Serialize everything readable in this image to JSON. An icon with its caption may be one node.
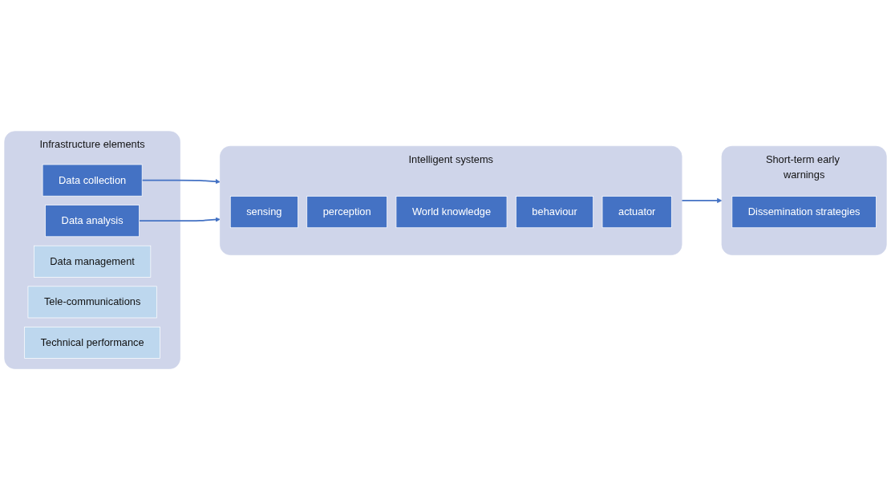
{
  "diagram": {
    "nodes": [
      {
        "text": [
          "Infrastructure elements"
        ]
      },
      {
        "text": [
          "Data collection"
        ],
        "in": 0
      },
      {
        "text": [
          "Data analysis"
        ],
        "in": 0
      },
      {
        "text": [
          "Data management"
        ],
        "in": 0
      },
      {
        "text": [
          "Tele-communications"
        ],
        "in": 0
      },
      {
        "text": [
          "Technical performance"
        ],
        "in": 0
      },
      {
        "text": [
          "Intelligent systems"
        ]
      },
      {
        "text": [
          "sensing"
        ],
        "in": 6
      },
      {
        "text": [
          "perception"
        ],
        "in": 6
      },
      {
        "text": [
          "World knowledge"
        ],
        "in": 6
      },
      {
        "text": [
          "behaviour"
        ],
        "in": 6
      },
      {
        "text": [
          "actuator"
        ],
        "in": 6
      },
      {
        "text": [
          "Short-term early warnings"
        ]
      },
      {
        "text": [
          "Dissemination strategies"
        ],
        "in": 12
      }
    ],
    "edges": [
      {
        "from": 1,
        "to": 6,
        "arrow": "to"
      },
      {
        "from": 2,
        "to": 6,
        "arrow": "to"
      },
      {
        "from": 6,
        "to": 12,
        "arrow": "to"
      }
    ]
  }
}
